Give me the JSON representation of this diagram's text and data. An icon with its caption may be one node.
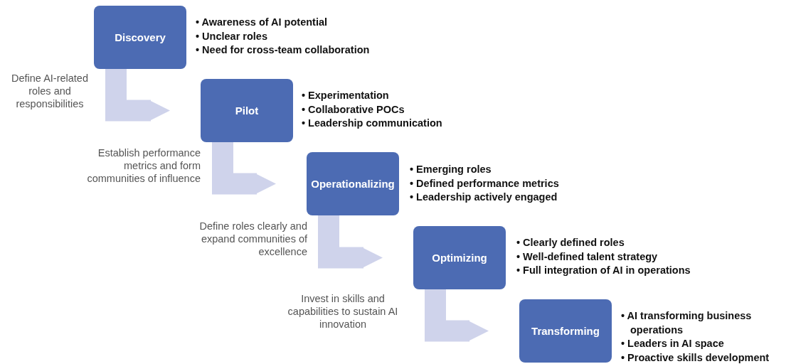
{
  "diagram": {
    "nodes": [
      {
        "text": [
          "Discovery"
        ],
        "beside": [
          "• Awareness of AI potential",
          "• Unclear roles",
          "• Need for cross-team collaboration"
        ]
      },
      {
        "text": [
          "Pilot"
        ],
        "beside": [
          "• Experimentation",
          "• Collaborative POCs",
          "• Leadership communication"
        ]
      },
      {
        "text": [
          "Operationalizing"
        ],
        "beside": [
          "• Emerging roles",
          "• Defined performance metrics",
          "• Leadership actively engaged"
        ]
      },
      {
        "text": [
          "Optimizing"
        ],
        "beside": [
          "• Clearly defined roles",
          "• Well-defined talent strategy",
          "• Full integration of AI in operations"
        ]
      },
      {
        "text": [
          "Transforming"
        ],
        "beside": [
          "• AI transforming business operations",
          "• Leaders in AI space",
          "• Proactive skills development"
        ]
      }
    ],
    "edges": [
      {
        "from": 0,
        "to": 1,
        "arrow": "to",
        "label": "Define AI-related roles and responsibilities"
      },
      {
        "from": 1,
        "to": 2,
        "arrow": "to",
        "label": "Establish performance metrics and form communities of influence"
      },
      {
        "from": 2,
        "to": 3,
        "arrow": "to",
        "label": "Define roles clearly and expand communities of excellence"
      },
      {
        "from": 3,
        "to": 4,
        "arrow": "to",
        "label": "Invest in skills and capabilities to sustain AI innovation"
      }
    ]
  }
}
